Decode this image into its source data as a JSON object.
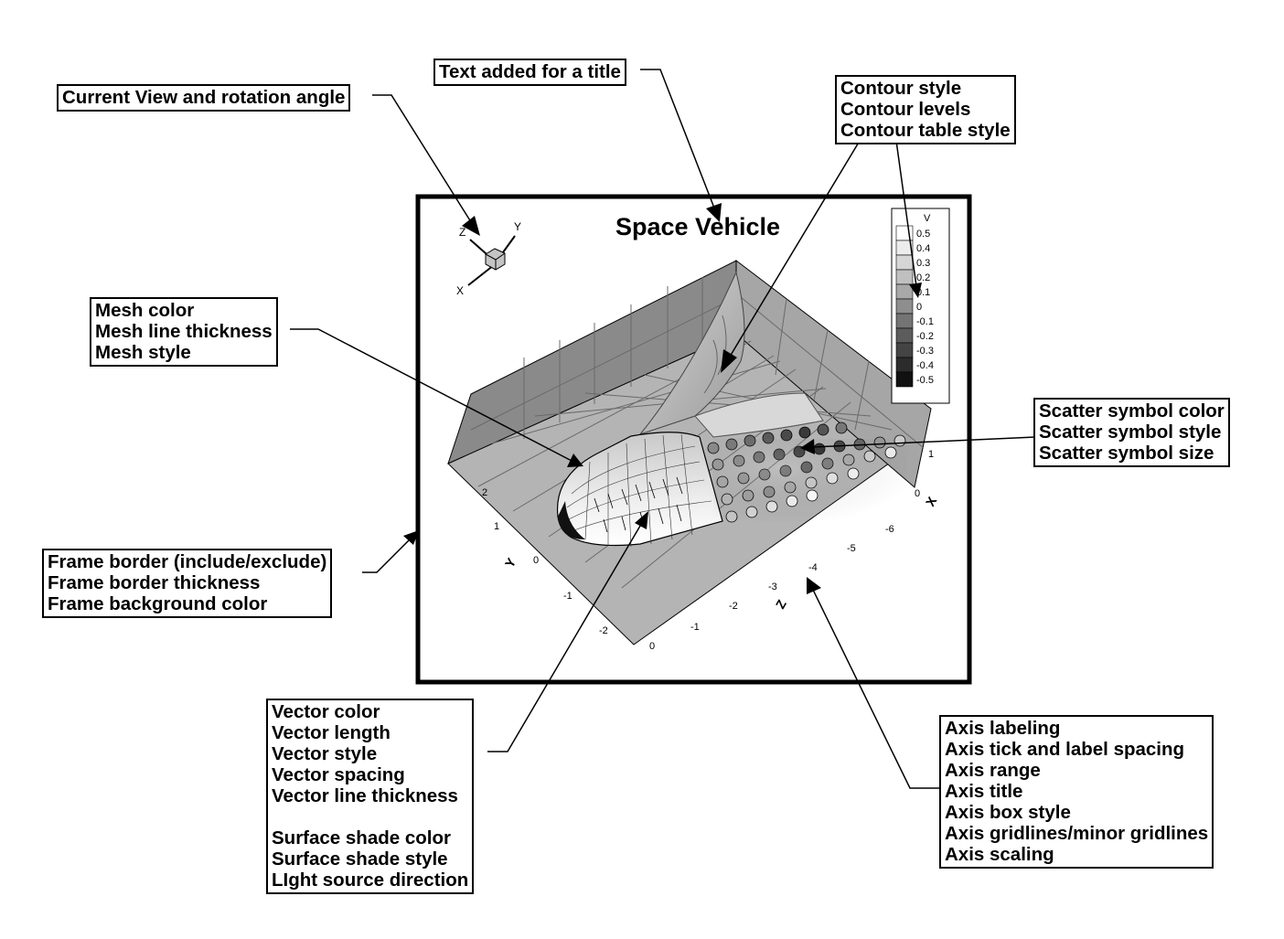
{
  "plot": {
    "title": "Space  Vehicle",
    "orientation_axes": {
      "x": "X",
      "y": "Y",
      "z": "Z"
    },
    "axis_titles": {
      "x": "X",
      "y": "Y",
      "z": "Z"
    },
    "x_ticks": [
      "1",
      "0"
    ],
    "y_ticks": [
      "2",
      "1",
      "0",
      "-1",
      "-2"
    ],
    "z_ticks": [
      "0",
      "-1",
      "-2",
      "-3",
      "-4",
      "-5",
      "-6"
    ],
    "legend": {
      "title": "V",
      "levels": [
        "0.5",
        "0.4",
        "0.3",
        "0.2",
        "0.1",
        "0",
        "-0.1",
        "-0.2",
        "-0.3",
        "-0.4",
        "-0.5"
      ],
      "colors": [
        "#ffffff",
        "#ececec",
        "#d6d6d6",
        "#c0c0c0",
        "#a8a8a8",
        "#8e8e8e",
        "#747474",
        "#5c5c5c",
        "#444444",
        "#2c2c2c",
        "#111111"
      ]
    }
  },
  "callouts": {
    "view": [
      "Current View and rotation angle"
    ],
    "title_text": [
      "Text added for a title"
    ],
    "contour": [
      "Contour style",
      "Contour levels",
      "Contour table style"
    ],
    "mesh": [
      "Mesh color",
      "Mesh line thickness",
      "Mesh style"
    ],
    "scatter": [
      "Scatter symbol color",
      "Scatter symbol style",
      "Scatter symbol size"
    ],
    "frame": [
      "Frame border  (include/exclude)",
      "Frame border thickness",
      "Frame background color"
    ],
    "vector": [
      "Vector color",
      "Vector length",
      "Vector style",
      "Vector spacing",
      "Vector line thickness"
    ],
    "surface": [
      "Surface shade color",
      "Surface shade style",
      "LIght source direction"
    ],
    "axis": [
      "Axis labeling",
      "Axis tick and label spacing",
      "Axis range",
      "Axis title",
      "Axis box style",
      "Axis gridlines/minor gridlines",
      "Axis scaling"
    ]
  }
}
